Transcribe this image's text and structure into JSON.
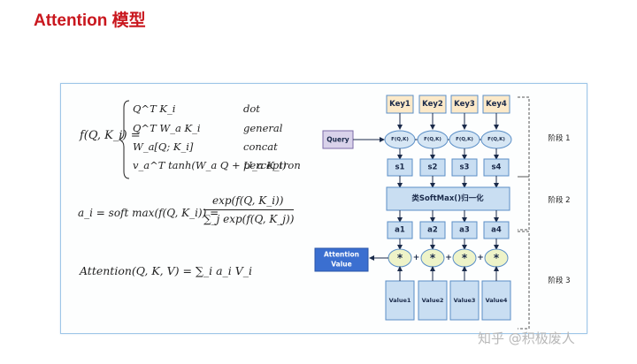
{
  "title": "Attention 模型",
  "formulas": {
    "f_lhs": "f(Q, K_i) =",
    "cases": [
      {
        "expr": "Q^T K_i",
        "name": "dot"
      },
      {
        "expr": "Q^T W_a K_i",
        "name": "general"
      },
      {
        "expr": "W_a[Q; K_i]",
        "name": "concat"
      },
      {
        "expr": "v_a^T tanh(W_a Q + U_a K_i)",
        "name": "perceptron"
      }
    ],
    "softmax_lhs": "a_i = soft max(f(Q, K_i)) =",
    "softmax_num": "exp(f(Q, K_i))",
    "softmax_den": "∑_j exp(f(Q, K_j))",
    "attention": "Attention(Q, K, V) = ∑_i a_i V_i"
  },
  "diagram": {
    "keys": [
      "Key1",
      "Key2",
      "Key3",
      "Key4"
    ],
    "f_nodes": [
      "F(Q,K)",
      "F(Q,K)",
      "F(Q,K)",
      "F(Q,K)"
    ],
    "scores": [
      "s1",
      "s2",
      "s3",
      "s4"
    ],
    "softmax_label": "类SoftMax()归一化",
    "weights": [
      "a1",
      "a2",
      "a3",
      "a4"
    ],
    "multiply_symbol": "*",
    "plus_symbol": "+",
    "values": [
      "Value1",
      "Value2",
      "Value3",
      "Value4"
    ],
    "query_label": "Query",
    "attention_value": [
      "Attention",
      "Value"
    ],
    "stages": [
      "阶段 1",
      "阶段 2",
      "阶段 3"
    ]
  },
  "colors": {
    "title": "#c9171e",
    "key_fill": "#fce9c8",
    "box_fill": "#c9def2",
    "box_stroke": "#5b8fc7",
    "query_fill": "#d9d2ea",
    "ellipse_fill": "#d6e6f4",
    "mul_fill": "#eef3c8",
    "attention_fill": "#3b6fd0"
  },
  "watermark": "知乎 @积极废人"
}
